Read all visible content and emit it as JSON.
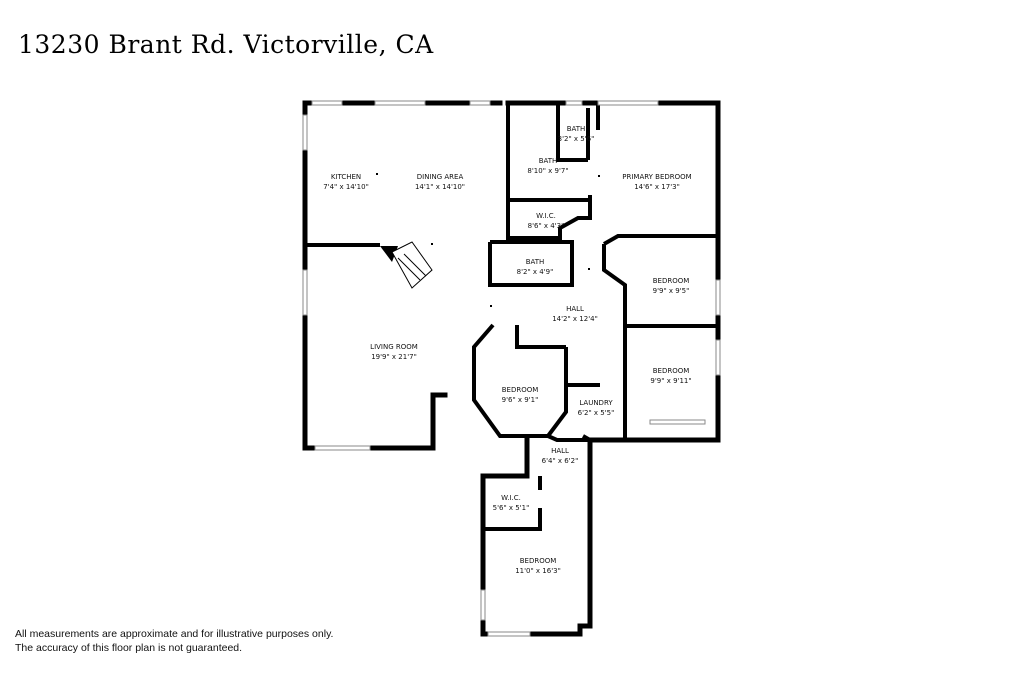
{
  "title": "13230 Brant Rd. Victorville, CA",
  "rooms": {
    "kitchen": {
      "name": "KITCHEN",
      "dim": "7'4\" x 14'10\""
    },
    "dining": {
      "name": "DINING AREA",
      "dim": "14'1\" x 14'10\""
    },
    "bath_small": {
      "name": "BATH",
      "dim": "3'2\" x 5'6\""
    },
    "bath_primary": {
      "name": "BATH",
      "dim": "8'10\" x 9'7\""
    },
    "primary_bedroom": {
      "name": "PRIMARY BEDROOM",
      "dim": "14'6\" x 17'3\""
    },
    "wic_primary": {
      "name": "W.I.C.",
      "dim": "8'6\" x 4'3\""
    },
    "bath_hall": {
      "name": "BATH",
      "dim": "8'2\" x 4'9\""
    },
    "bedroom_ne": {
      "name": "BEDROOM",
      "dim": "9'9\" x 9'5\""
    },
    "hall_main": {
      "name": "HALL",
      "dim": "14'2\" x 12'4\""
    },
    "living": {
      "name": "LIVING ROOM",
      "dim": "19'9\" x 21'7\""
    },
    "bedroom_center": {
      "name": "BEDROOM",
      "dim": "9'6\" x 9'1\""
    },
    "bedroom_e": {
      "name": "BEDROOM",
      "dim": "9'9\" x 9'11\""
    },
    "laundry": {
      "name": "LAUNDRY",
      "dim": "6'2\" x 5'5\""
    },
    "hall_small": {
      "name": "HALL",
      "dim": "6'4\" x 6'2\""
    },
    "wic_south": {
      "name": "W.I.C.",
      "dim": "5'6\" x 5'1\""
    },
    "bedroom_s": {
      "name": "BEDROOM",
      "dim": "11'0\" x 16'3\""
    }
  },
  "disclaimer": {
    "line1": "All measurements are approximate and for illustrative purposes only.",
    "line2": "The accuracy of this floor plan is not guaranteed."
  },
  "colors": {
    "wall": "#000000",
    "window": "#9a9a9a",
    "background": "#ffffff"
  }
}
